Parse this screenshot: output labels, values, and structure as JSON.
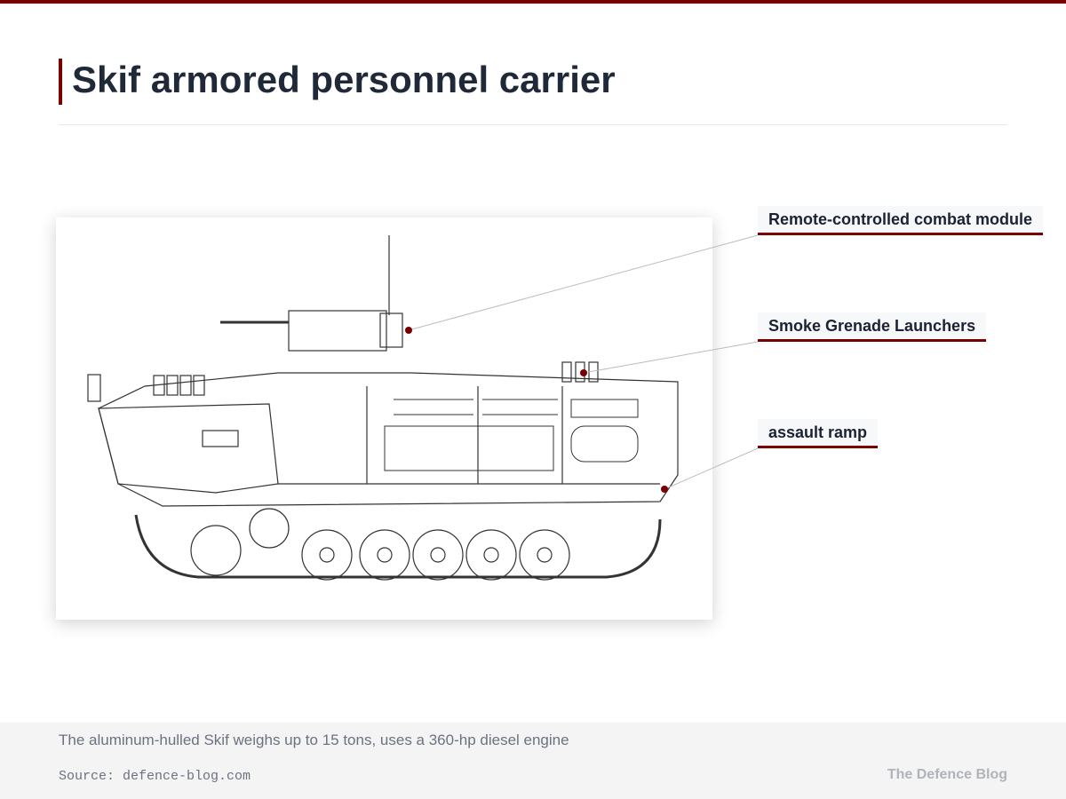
{
  "title": "Skif armored personnel carrier",
  "callouts": [
    {
      "label": "Remote-controlled combat module"
    },
    {
      "label": "Smoke Grenade Launchers"
    },
    {
      "label": "assault ramp"
    }
  ],
  "footer": {
    "description": "The aluminum-hulled Skif weighs up to 15 tons, uses a 360-hp diesel engine",
    "source": "Source: defence-blog.com",
    "brand": "The Defence Blog"
  },
  "colors": {
    "accent": "#7a0000",
    "title": "#1f2937"
  }
}
